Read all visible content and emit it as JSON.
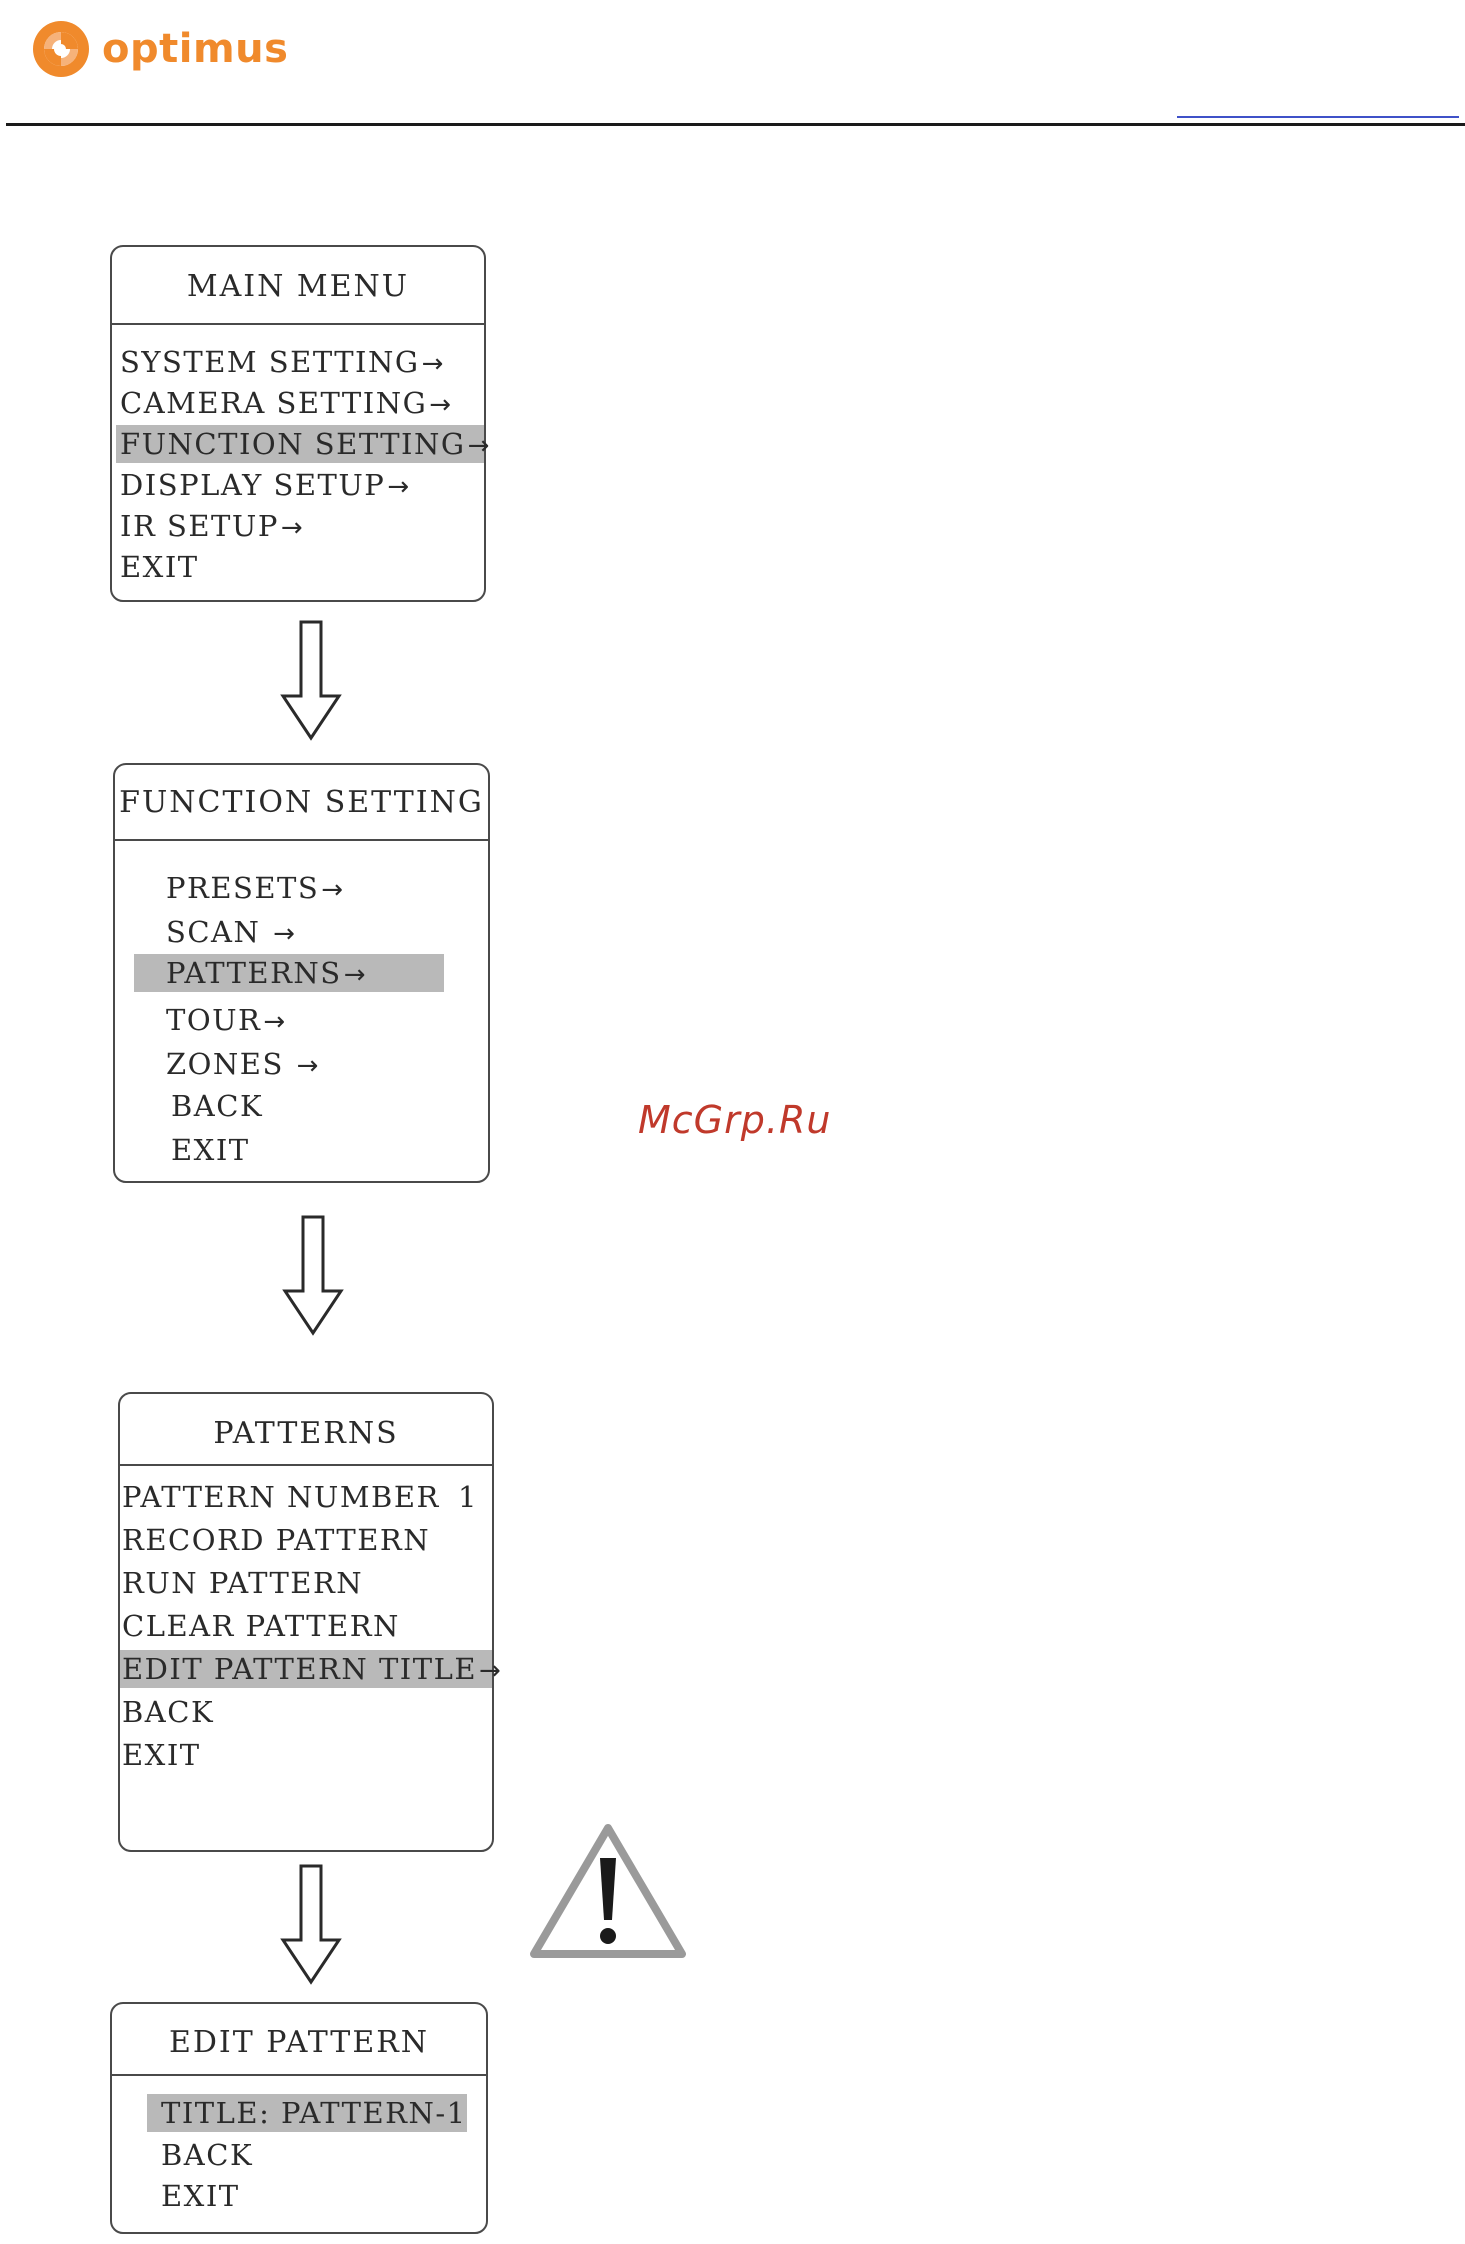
{
  "brand": {
    "name": "optimus",
    "accent": "#f08a2c"
  },
  "watermark": "McGrp.Ru",
  "menus": {
    "main": {
      "title": "MAIN  MENU",
      "items": [
        {
          "label": "SYSTEM  SETTING",
          "arrow": "→"
        },
        {
          "label": "CAMERA  SETTING",
          "arrow": "→"
        },
        {
          "label": "FUNCTION  SETTING",
          "arrow": "→"
        },
        {
          "label": "DISPLAY  SETUP",
          "arrow": "→"
        },
        {
          "label": "IR  SETUP",
          "arrow": "→"
        },
        {
          "label": "EXIT"
        }
      ]
    },
    "function": {
      "title": "FUNCTION  SETTING",
      "items": [
        {
          "label": "PRESETS",
          "arrow": "→"
        },
        {
          "label": "SCAN",
          "arrow": "→"
        },
        {
          "label": "PATTERNS",
          "arrow": "→"
        },
        {
          "label": "TOUR",
          "arrow": "→"
        },
        {
          "label": "ZONES",
          "arrow": "→"
        },
        {
          "label": "BACK"
        },
        {
          "label": "EXIT"
        }
      ]
    },
    "patterns": {
      "title": "PATTERNS",
      "items": [
        {
          "label": "PATTERN  NUMBER",
          "value": "1"
        },
        {
          "label": "RECORD  PATTERN"
        },
        {
          "label": "RUN  PATTERN"
        },
        {
          "label": "CLEAR  PATTERN"
        },
        {
          "label": "EDIT  PATTERN  TITLE",
          "arrow": "→"
        },
        {
          "label": "BACK"
        },
        {
          "label": "EXIT"
        }
      ]
    },
    "edit_title": {
      "title": "EDIT  PATTERN   TITLE",
      "items": [
        {
          "label": "TITLE:  PATTERN-1"
        },
        {
          "label": "BACK"
        },
        {
          "label": "EXIT"
        }
      ]
    }
  }
}
